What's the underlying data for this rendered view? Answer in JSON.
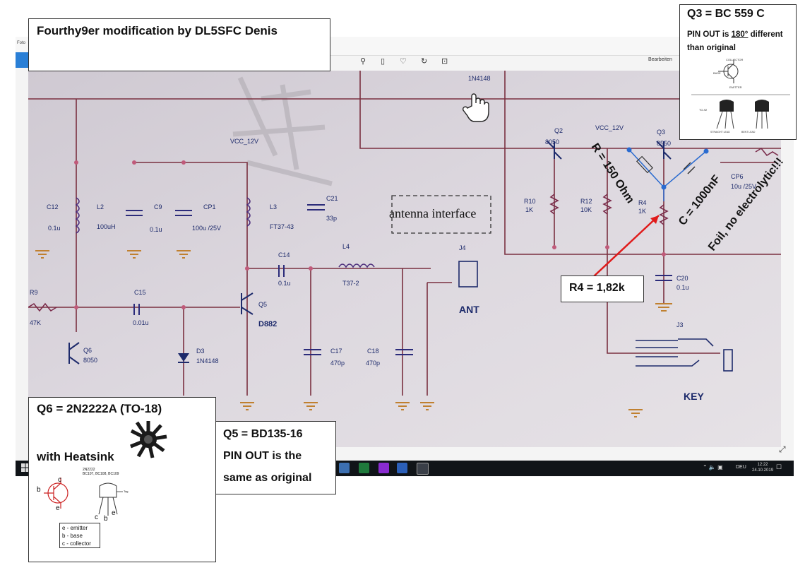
{
  "viewer": {
    "app_name": "Foto",
    "edit_label": "Bearbeiten",
    "toolbar_icons": [
      "zoom-icon",
      "delete-icon",
      "heart-icon",
      "rotate-icon",
      "crop-icon"
    ]
  },
  "taskbar": {
    "lang": "DEU",
    "time": "12:22",
    "date": "24.10.2019"
  },
  "title": "Fourthy9er  modification by DL5SFC Denis",
  "q3": {
    "title": "Q3  = BC 559 C",
    "note_a": "PIN OUT is ",
    "note_deg": "180°",
    "note_b": " different than original",
    "diagram_labels": [
      "COLLECTOR",
      "BASE",
      "EMITTER",
      "TO-92",
      "STRAIGHT LEAD",
      "BENT LEAD"
    ]
  },
  "q6": {
    "title": "Q6  = 2N2222A  (TO-18)",
    "heatsink": "with Heatsink",
    "pins": [
      "c",
      "b",
      "e"
    ],
    "part_line1": "2N2222",
    "part_line2": "BC107, BC108, BC109",
    "tab_label": "Tag",
    "legend": [
      "e - emitter",
      "b - base",
      "c - collector"
    ]
  },
  "q5": {
    "line1": "Q5  = BD135-16",
    "line2": "PIN OUT is the",
    "line3": "same as original"
  },
  "r4": "R4 = 1,82k",
  "r150": "R = 150 Ohm",
  "c1000": "C = 1000nF",
  "foil": "Foil, no electrolytic!!!",
  "schematic": {
    "vcc1": "VCC_12V",
    "vcc2": "VCC_12V",
    "antenna": "antenna interface",
    "ant": "ANT",
    "key": "KEY",
    "d1n": "1N4148",
    "c12": "C12",
    "c12v": "0.1u",
    "l2": "L2",
    "l2v": "100uH",
    "c9": "C9",
    "c9v": "0.1u",
    "cp1": "CP1",
    "cp1v": "100u /25V",
    "l3": "L3",
    "l3v": "FT37-43",
    "c21": "C21",
    "c21v": "33p",
    "c14": "C14",
    "c14v": "0.1u",
    "l4": "L4",
    "l4v": "T37-2",
    "j4": "J4",
    "r9": "R9",
    "r9v": "47K",
    "c15": "C15",
    "c15v": "0.01u",
    "q5": "Q5",
    "d88": "D882",
    "q6": "Q6",
    "q6v": "8050",
    "d3": "D3",
    "d3v": "1N4148",
    "c17": "C17",
    "c17v": "470p",
    "c18": "C18",
    "c18v": "470p",
    "q2": "Q2",
    "q2v": "8050",
    "q3": "Q3",
    "q3v": "8550",
    "r10": "R10",
    "r10v": "1K",
    "r12": "R12",
    "r12v": "10K",
    "r4s": "R4",
    "r4sv": "1K",
    "cp6": "CP6",
    "cp6v": "10u /25V",
    "c20": "C20",
    "c20v": "0.1u",
    "j3": "J3"
  }
}
